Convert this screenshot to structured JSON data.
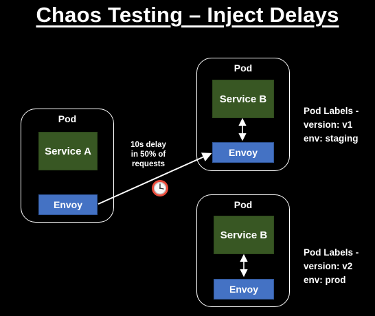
{
  "title": "Chaos Testing – Inject Delays",
  "pod_a": {
    "label": "Pod",
    "service": "Service A",
    "proxy": "Envoy"
  },
  "pod_b1": {
    "label": "Pod",
    "service": "Service B",
    "proxy": "Envoy",
    "labels": [
      "Pod Labels -",
      "version: v1",
      "env: staging"
    ]
  },
  "pod_b2": {
    "label": "Pod",
    "service": "Service B",
    "proxy": "Envoy",
    "labels": [
      "Pod Labels -",
      "version: v2",
      "env: prod"
    ]
  },
  "delay": {
    "lines": [
      "10s delay",
      "in 50% of",
      "requests"
    ],
    "icon": "clock-icon"
  },
  "colors": {
    "service": "#385723",
    "envoy": "#4472c4",
    "clock_ring": "#e74c3c"
  }
}
